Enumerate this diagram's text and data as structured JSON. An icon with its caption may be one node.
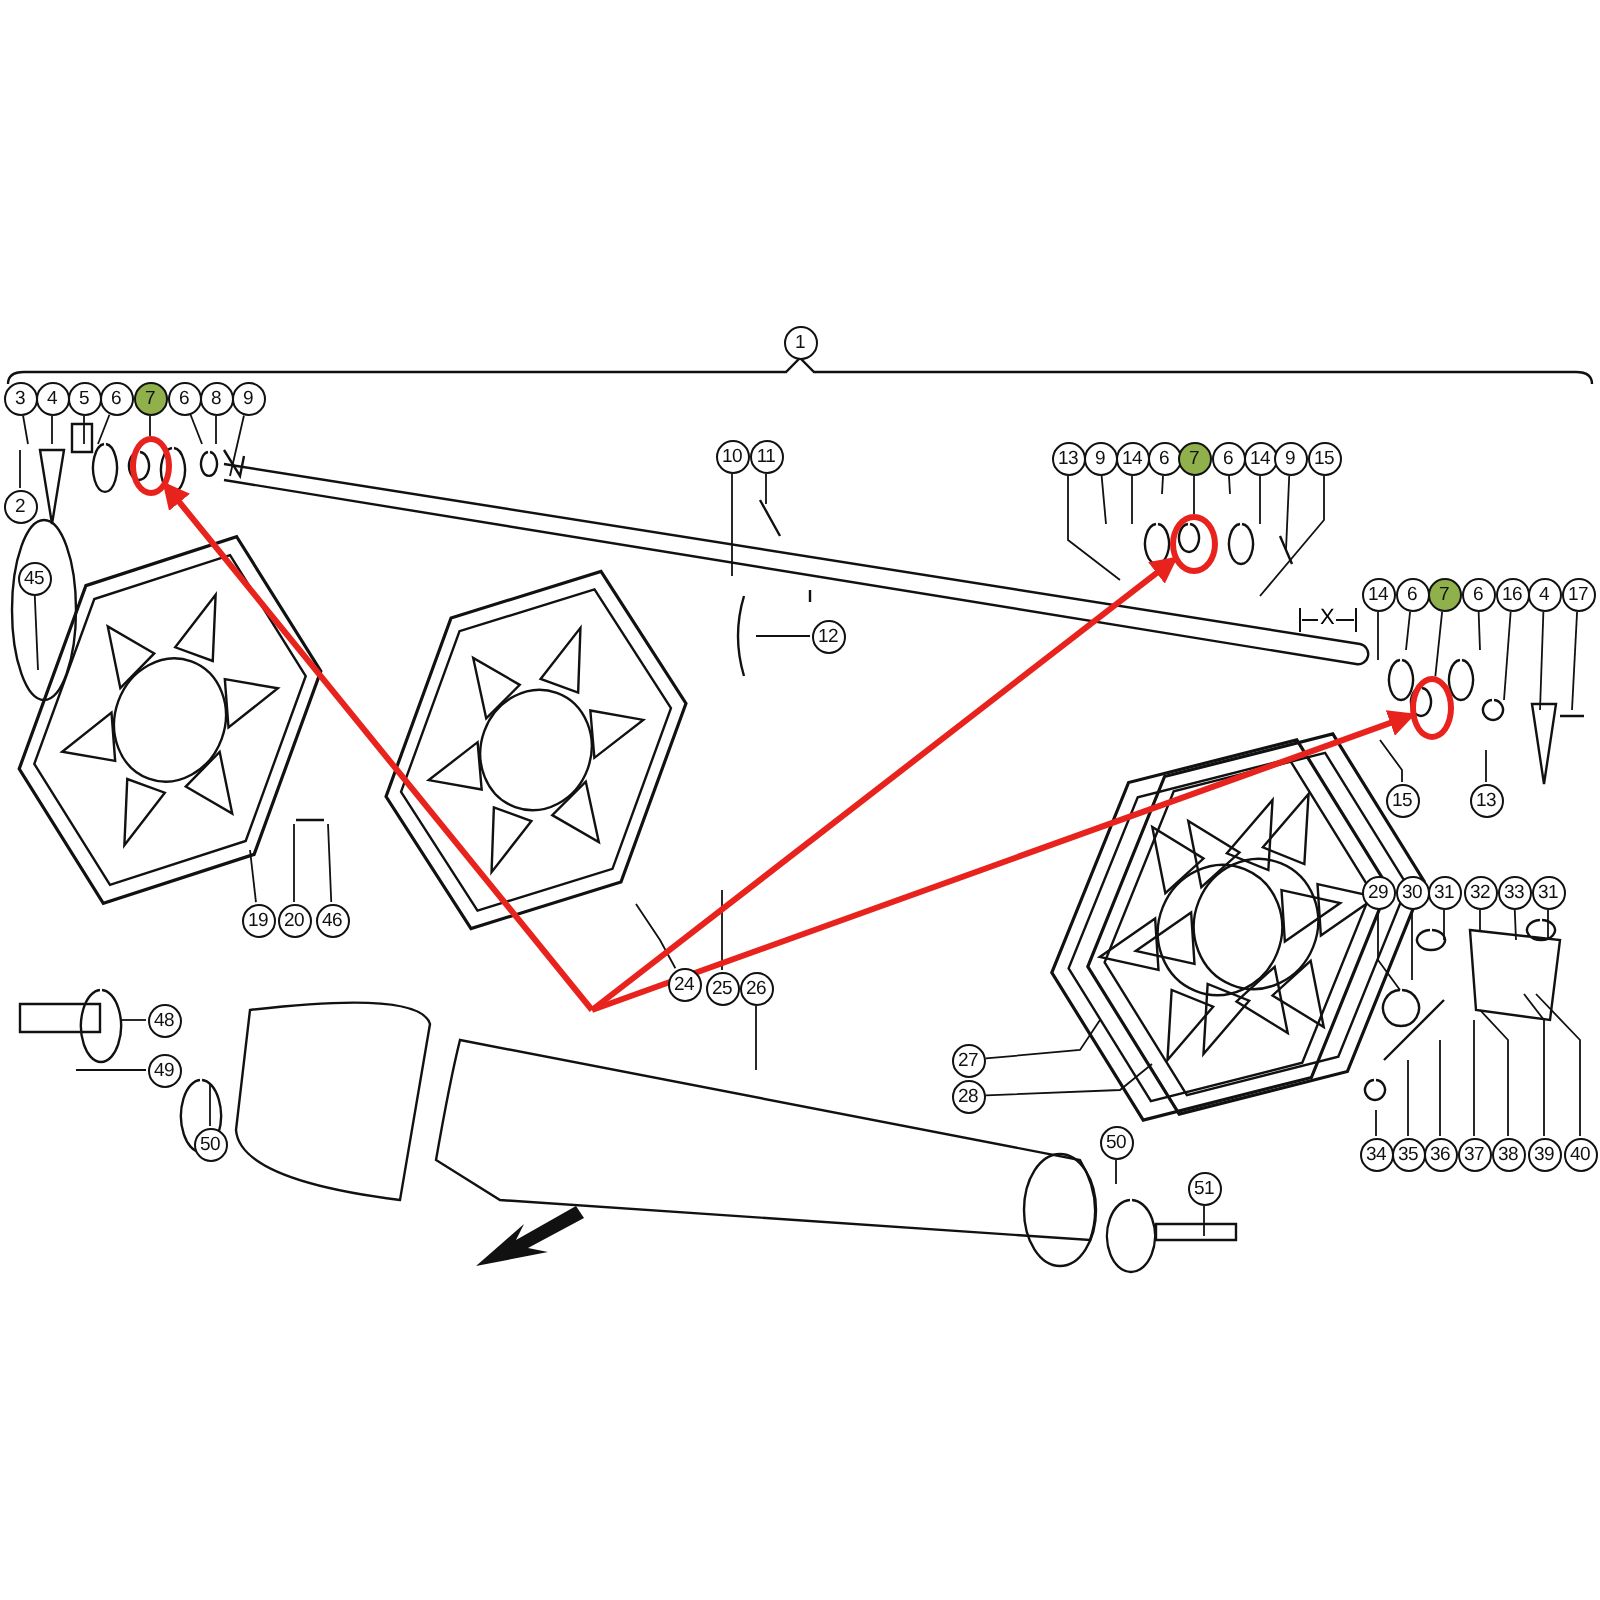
{
  "diagram": {
    "nodes": [
      {
        "text": [
          "1"
        ]
      },
      {
        "text": [
          "3"
        ]
      },
      {
        "text": [
          "4"
        ]
      },
      {
        "text": [
          "5"
        ]
      },
      {
        "text": [
          "6"
        ]
      },
      {
        "text": [
          "7"
        ]
      },
      {
        "text": [
          "6"
        ]
      },
      {
        "text": [
          "8"
        ]
      },
      {
        "text": [
          "9"
        ]
      },
      {
        "text": [
          "2"
        ]
      },
      {
        "text": [
          "10"
        ]
      },
      {
        "text": [
          "11"
        ]
      },
      {
        "text": [
          "12"
        ]
      },
      {
        "text": [
          "13"
        ]
      },
      {
        "text": [
          "9"
        ]
      },
      {
        "text": [
          "14"
        ]
      },
      {
        "text": [
          "6"
        ]
      },
      {
        "text": [
          "7"
        ]
      },
      {
        "text": [
          "6"
        ]
      },
      {
        "text": [
          "14"
        ]
      },
      {
        "text": [
          "9"
        ]
      },
      {
        "text": [
          "15"
        ]
      },
      {
        "text": [
          "14"
        ]
      },
      {
        "text": [
          "6"
        ]
      },
      {
        "text": [
          "7"
        ]
      },
      {
        "text": [
          "6"
        ]
      },
      {
        "text": [
          "16"
        ]
      },
      {
        "text": [
          "4"
        ]
      },
      {
        "text": [
          "17"
        ]
      },
      {
        "text": [
          "15"
        ]
      },
      {
        "text": [
          "13"
        ]
      },
      {
        "text": [
          "45"
        ]
      },
      {
        "text": [
          "19"
        ]
      },
      {
        "text": [
          "20"
        ]
      },
      {
        "text": [
          "46"
        ]
      },
      {
        "text": [
          "24"
        ]
      },
      {
        "text": [
          "25"
        ]
      },
      {
        "text": [
          "26"
        ]
      },
      {
        "text": [
          "27"
        ]
      },
      {
        "text": [
          "28"
        ]
      },
      {
        "text": [
          "29"
        ]
      },
      {
        "text": [
          "30"
        ]
      },
      {
        "text": [
          "31"
        ]
      },
      {
        "text": [
          "32"
        ]
      },
      {
        "text": [
          "33"
        ]
      },
      {
        "text": [
          "31"
        ]
      },
      {
        "text": [
          "34"
        ]
      },
      {
        "text": [
          "35"
        ]
      },
      {
        "text": [
          "36"
        ]
      },
      {
        "text": [
          "37"
        ]
      },
      {
        "text": [
          "38"
        ]
      },
      {
        "text": [
          "39"
        ]
      },
      {
        "text": [
          "40"
        ]
      },
      {
        "text": [
          "48"
        ]
      },
      {
        "text": [
          "49"
        ]
      },
      {
        "text": [
          "50"
        ]
      },
      {
        "text": [
          "50"
        ]
      },
      {
        "text": [
          "51"
        ]
      },
      {
        "text": [],
        "shape": "ellipse"
      },
      {
        "text": [],
        "shape": "ellipse"
      },
      {
        "text": [],
        "shape": "ellipse"
      }
    ],
    "edges": [
      {
        "from": 1,
        "to": null,
        "arrow": "none"
      },
      {
        "from": 2,
        "to": null,
        "arrow": "none"
      },
      {
        "from": 3,
        "to": null,
        "arrow": "none"
      },
      {
        "from": 4,
        "to": null,
        "arrow": "none"
      },
      {
        "from": 5,
        "to": 58,
        "arrow": "none"
      },
      {
        "from": 6,
        "to": null,
        "arrow": "none"
      },
      {
        "from": 7,
        "to": null,
        "arrow": "none"
      },
      {
        "from": 8,
        "to": null,
        "arrow": "none"
      },
      {
        "from": 9,
        "to": null,
        "arrow": "none"
      },
      {
        "from": 10,
        "to": null,
        "arrow": "none"
      },
      {
        "from": 11,
        "to": null,
        "arrow": "none"
      },
      {
        "from": 12,
        "to": null,
        "arrow": "none"
      },
      {
        "from": 13,
        "to": null,
        "arrow": "none"
      },
      {
        "from": 14,
        "to": null,
        "arrow": "none"
      },
      {
        "from": 15,
        "to": null,
        "arrow": "none"
      },
      {
        "from": 16,
        "to": null,
        "arrow": "none"
      },
      {
        "from": 17,
        "to": 59,
        "arrow": "none"
      },
      {
        "from": 18,
        "to": null,
        "arrow": "none"
      },
      {
        "from": 19,
        "to": null,
        "arrow": "none"
      },
      {
        "from": 20,
        "to": null,
        "arrow": "none"
      },
      {
        "from": 21,
        "to": null,
        "arrow": "none"
      },
      {
        "from": 22,
        "to": null,
        "arrow": "none"
      },
      {
        "from": 23,
        "to": null,
        "arrow": "none"
      },
      {
        "from": 24,
        "to": 60,
        "arrow": "none"
      },
      {
        "from": 25,
        "to": null,
        "arrow": "none"
      },
      {
        "from": 26,
        "to": null,
        "arrow": "none"
      },
      {
        "from": 27,
        "to": null,
        "arrow": "none"
      },
      {
        "from": 28,
        "to": null,
        "arrow": "none"
      },
      {
        "from": 29,
        "to": null,
        "arrow": "none"
      },
      {
        "from": 30,
        "to": null,
        "arrow": "none"
      },
      {
        "from": 31,
        "to": null,
        "arrow": "none"
      },
      {
        "from": 32,
        "to": null,
        "arrow": "none"
      },
      {
        "from": 33,
        "to": null,
        "arrow": "none"
      },
      {
        "from": 34,
        "to": null,
        "arrow": "none"
      },
      {
        "from": 35,
        "to": null,
        "arrow": "none"
      },
      {
        "from": 36,
        "to": null,
        "arrow": "none"
      },
      {
        "from": 37,
        "to": null,
        "arrow": "none"
      },
      {
        "from": 38,
        "to": null,
        "arrow": "none"
      },
      {
        "from": 39,
        "to": null,
        "arrow": "none"
      },
      {
        "from": 40,
        "to": null,
        "arrow": "none"
      },
      {
        "from": 41,
        "to": null,
        "arrow": "none"
      },
      {
        "from": 42,
        "to": null,
        "arrow": "none"
      },
      {
        "from": 43,
        "to": null,
        "arrow": "none"
      },
      {
        "from": 44,
        "to": null,
        "arrow": "none"
      },
      {
        "from": 45,
        "to": null,
        "arrow": "none"
      },
      {
        "from": 46,
        "to": null,
        "arrow": "none"
      },
      {
        "from": 47,
        "to": null,
        "arrow": "none"
      },
      {
        "from": 48,
        "to": null,
        "arrow": "none"
      },
      {
        "from": 49,
        "to": null,
        "arrow": "none"
      },
      {
        "from": 50,
        "to": null,
        "arrow": "none"
      },
      {
        "from": 51,
        "to": null,
        "arrow": "none"
      },
      {
        "from": 52,
        "to": null,
        "arrow": "none"
      },
      {
        "from": 53,
        "to": null,
        "arrow": "none"
      },
      {
        "from": 54,
        "to": null,
        "arrow": "none"
      },
      {
        "from": 55,
        "to": null,
        "arrow": "none"
      },
      {
        "from": 56,
        "to": null,
        "arrow": "none"
      },
      {
        "from": 57,
        "to": null,
        "arrow": "none"
      },
      {
        "from": null,
        "to": 58,
        "arrow": "to",
        "style": "thick",
        "color": "#e8231e"
      },
      {
        "from": null,
        "to": 59,
        "arrow": "to",
        "style": "thick",
        "color": "#e8231e"
      },
      {
        "from": null,
        "to": 60,
        "arrow": "to",
        "style": "thick",
        "color": "#e8231e"
      }
    ],
    "labels": [
      "X"
    ]
  }
}
